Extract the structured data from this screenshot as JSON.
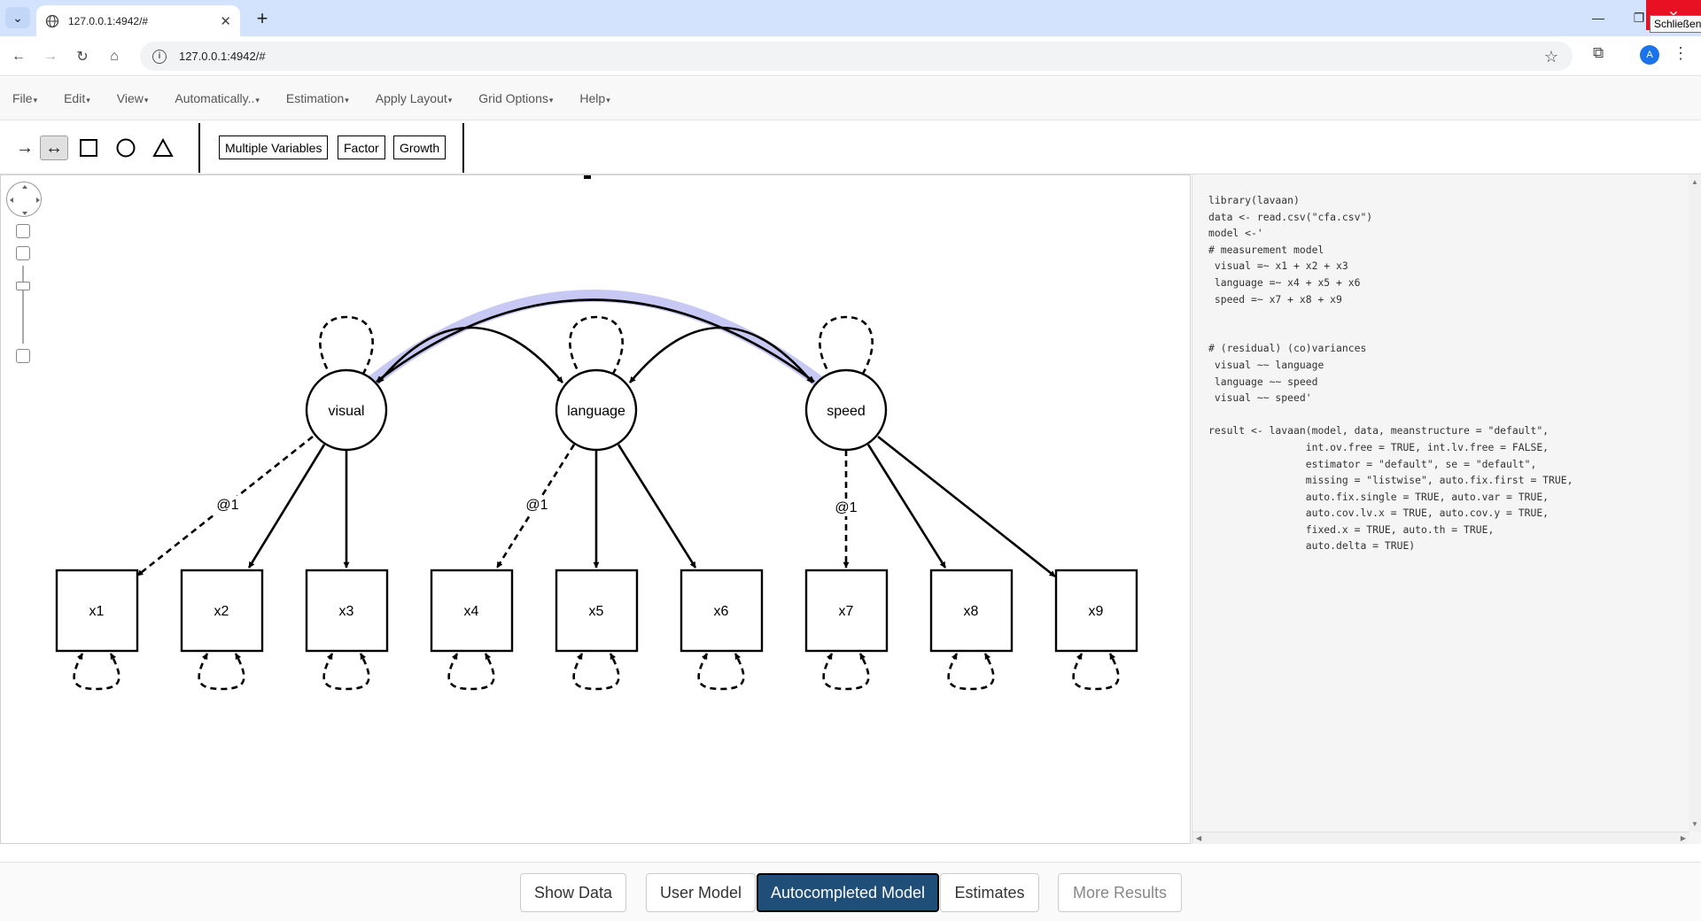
{
  "browser": {
    "tab_title": "127.0.0.1:4942/#",
    "url": "127.0.0.1:4942/#",
    "tooltip": "Schließen",
    "avatar_letter": "A"
  },
  "menubar": {
    "items": [
      "File",
      "Edit",
      "View",
      "Automatically..",
      "Estimation",
      "Apply Layout",
      "Grid Options",
      "Help"
    ]
  },
  "toolbar": {
    "multiple_variables": "Multiple Variables",
    "factor": "Factor",
    "growth": "Growth"
  },
  "diagram": {
    "latents": [
      "visual",
      "language",
      "speed"
    ],
    "observed": [
      "x1",
      "x2",
      "x3",
      "x4",
      "x5",
      "x6",
      "x7",
      "x8",
      "x9"
    ],
    "fixed_labels": [
      "@1",
      "@1",
      "@1"
    ],
    "highlight_color": "#c8c8f4"
  },
  "code": "library(lavaan)\ndata <- read.csv(\"cfa.csv\")\nmodel <-'\n# measurement model\n visual =~ x1 + x2 + x3\n language =~ x4 + x5 + x6\n speed =~ x7 + x8 + x9\n\n\n# (residual) (co)variances\n visual ~~ language\n language ~~ speed\n visual ~~ speed'\n\nresult <- lavaan(model, data, meanstructure = \"default\",\n                int.ov.free = TRUE, int.lv.free = FALSE,\n                estimator = \"default\", se = \"default\",\n                missing = \"listwise\", auto.fix.first = TRUE,\n                auto.fix.single = TRUE, auto.var = TRUE,\n                auto.cov.lv.x = TRUE, auto.cov.y = TRUE,\n                fixed.x = TRUE, auto.th = TRUE,\n                auto.delta = TRUE)",
  "bottom_tabs": {
    "show_data": "Show Data",
    "user_model": "User Model",
    "autocompleted_model": "Autocompleted Model",
    "estimates": "Estimates",
    "more_results": "More Results"
  },
  "colors": {
    "active_tab": "#1f4e79",
    "tabstrip": "#d3e3fd",
    "close": "#e81123"
  }
}
